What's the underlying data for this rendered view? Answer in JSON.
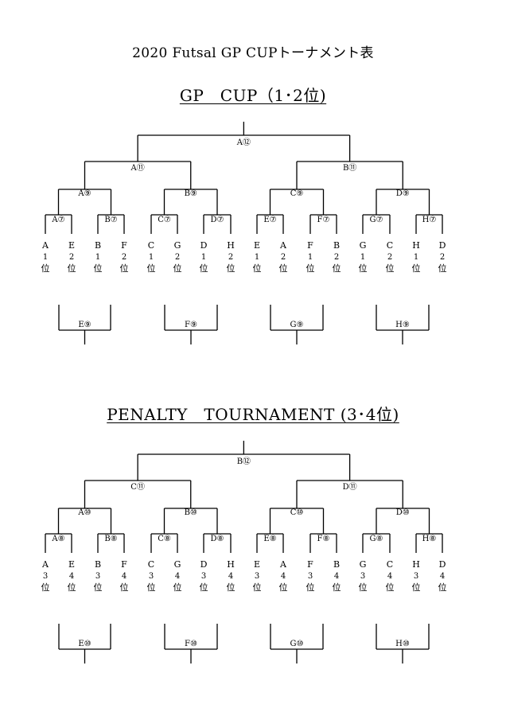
{
  "title": "2020 Futsal GP CUPトーナメント表",
  "sections": [
    {
      "heading": "GP　CUP（1･2位)",
      "final": "A⑫",
      "semis": [
        "A⑪",
        "B⑪"
      ],
      "quarters": [
        "A⑨",
        "B⑨",
        "C⑨",
        "D⑨"
      ],
      "first_round": [
        "A⑦",
        "B⑦",
        "C⑦",
        "D⑦",
        "E⑦",
        "F⑦",
        "G⑦",
        "H⑦"
      ],
      "teams": [
        {
          "group": "A",
          "rank": "1",
          "suffix": "位"
        },
        {
          "group": "E",
          "rank": "2",
          "suffix": "位"
        },
        {
          "group": "B",
          "rank": "1",
          "suffix": "位"
        },
        {
          "group": "F",
          "rank": "2",
          "suffix": "位"
        },
        {
          "group": "C",
          "rank": "1",
          "suffix": "位"
        },
        {
          "group": "G",
          "rank": "2",
          "suffix": "位"
        },
        {
          "group": "D",
          "rank": "1",
          "suffix": "位"
        },
        {
          "group": "H",
          "rank": "2",
          "suffix": "位"
        },
        {
          "group": "E",
          "rank": "1",
          "suffix": "位"
        },
        {
          "group": "A",
          "rank": "2",
          "suffix": "位"
        },
        {
          "group": "F",
          "rank": "1",
          "suffix": "位"
        },
        {
          "group": "B",
          "rank": "2",
          "suffix": "位"
        },
        {
          "group": "G",
          "rank": "1",
          "suffix": "位"
        },
        {
          "group": "C",
          "rank": "2",
          "suffix": "位"
        },
        {
          "group": "H",
          "rank": "1",
          "suffix": "位"
        },
        {
          "group": "D",
          "rank": "2",
          "suffix": "位"
        }
      ],
      "consolation": [
        "E⑨",
        "F⑨",
        "G⑨",
        "H⑨"
      ]
    },
    {
      "heading": "PENALTY　TOURNAMENT (3･4位)",
      "final": "B⑫",
      "semis": [
        "C⑪",
        "D⑪"
      ],
      "quarters": [
        "A⑩",
        "B⑩",
        "C⑩",
        "D⑩"
      ],
      "first_round": [
        "A⑧",
        "B⑧",
        "C⑧",
        "D⑧",
        "E⑧",
        "F⑧",
        "G⑧",
        "H⑧"
      ],
      "teams": [
        {
          "group": "A",
          "rank": "3",
          "suffix": "位"
        },
        {
          "group": "E",
          "rank": "4",
          "suffix": "位"
        },
        {
          "group": "B",
          "rank": "3",
          "suffix": "位"
        },
        {
          "group": "F",
          "rank": "4",
          "suffix": "位"
        },
        {
          "group": "C",
          "rank": "3",
          "suffix": "位"
        },
        {
          "group": "G",
          "rank": "4",
          "suffix": "位"
        },
        {
          "group": "D",
          "rank": "3",
          "suffix": "位"
        },
        {
          "group": "H",
          "rank": "4",
          "suffix": "位"
        },
        {
          "group": "E",
          "rank": "3",
          "suffix": "位"
        },
        {
          "group": "A",
          "rank": "4",
          "suffix": "位"
        },
        {
          "group": "F",
          "rank": "3",
          "suffix": "位"
        },
        {
          "group": "B",
          "rank": "4",
          "suffix": "位"
        },
        {
          "group": "G",
          "rank": "3",
          "suffix": "位"
        },
        {
          "group": "C",
          "rank": "4",
          "suffix": "位"
        },
        {
          "group": "H",
          "rank": "3",
          "suffix": "位"
        },
        {
          "group": "D",
          "rank": "4",
          "suffix": "位"
        }
      ],
      "consolation": [
        "E⑩",
        "F⑩",
        "G⑩",
        "H⑩"
      ]
    }
  ]
}
